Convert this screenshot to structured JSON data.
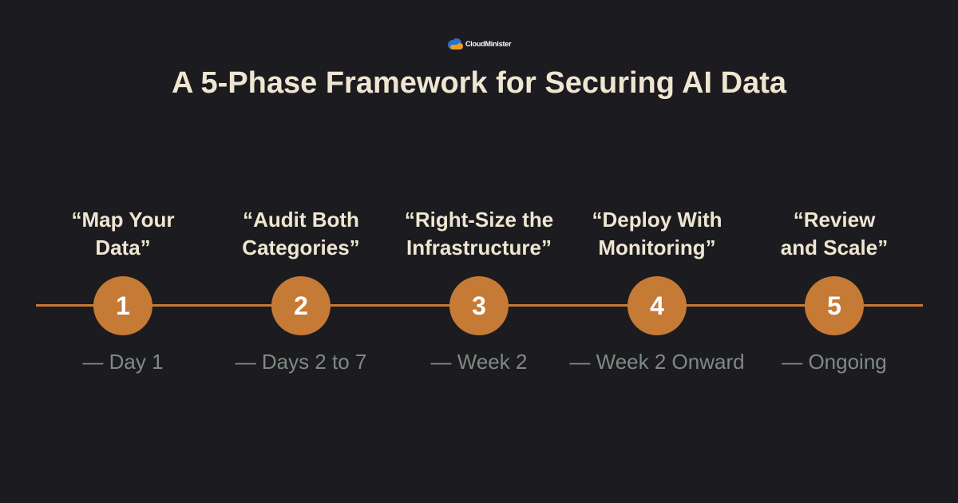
{
  "brand": {
    "name": "CloudMinister",
    "logo_icon": "cloud-icon",
    "logo_colors": [
      "#2a6fc9",
      "#f39a1e"
    ]
  },
  "title": "A 5-Phase Framework for Securing AI Data",
  "colors": {
    "background": "#1c1b1f",
    "accent": "#c57a35",
    "title_text": "#efe6d2",
    "muted_text": "#7e8a82"
  },
  "phases": [
    {
      "number": "1",
      "name": "“Map Your\nData”",
      "time": "— Day 1"
    },
    {
      "number": "2",
      "name": "“Audit Both\nCategories”",
      "time": "— Days 2 to 7"
    },
    {
      "number": "3",
      "name": "“Right-Size the\nInfrastructure”",
      "time": "— Week 2"
    },
    {
      "number": "4",
      "name": "“Deploy With\nMonitoring”",
      "time": "— Week 2 Onward"
    },
    {
      "number": "5",
      "name": "“Review\nand Scale”",
      "time": "— Ongoing"
    }
  ]
}
